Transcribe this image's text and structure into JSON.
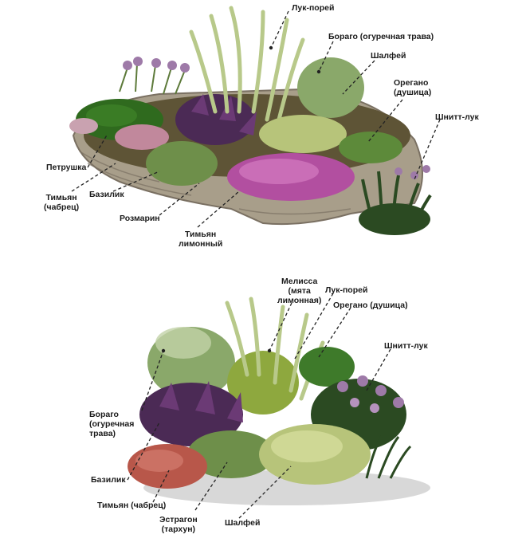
{
  "colors": {
    "stone": "#a89e8a",
    "stone_dark": "#7a7062",
    "parsley": "#2f6a1e",
    "thyme_pink": "#c87ab0",
    "thyme_purple": "#b24fa0",
    "basil_purple": "#4b2a55",
    "rosemary": "#6e8f4a",
    "leek": "#b8c98a",
    "borage": "#8aa86a",
    "sage": "#b7c47a",
    "chive_flower": "#9e7aa8",
    "chive_leaf": "#2b4a22",
    "oregano": "#5d8a3a",
    "melissa": "#8ea83e",
    "tarragon": "#b8574a",
    "leader": "#222222"
  },
  "top": {
    "labels": {
      "leek": "Лук-порей",
      "borage": "Бораго (огуречная трава)",
      "sage": "Шалфей",
      "oregano": "Орегано\n(душица)",
      "chives": "Шнитт-лук",
      "parsley": "Петрушка",
      "thyme": "Тимьян\n(чабрец)",
      "basil": "Базилик",
      "rosemary": "Розмарин",
      "lemon_thyme": "Тимьян\nлимонный"
    }
  },
  "bottom": {
    "labels": {
      "melissa": "Мелисса\n(мята\nлимонная)",
      "leek": "Лук-порей",
      "oregano": "Орегано (душица)",
      "chives": "Шнитт-лук",
      "borage": "Бораго\n(огуречная\nтрава)",
      "basil": "Базилик",
      "thyme": "Тимьян (чабрец)",
      "tarragon": "Эстрагон\n(тархун)",
      "sage": "Шалфей"
    }
  }
}
